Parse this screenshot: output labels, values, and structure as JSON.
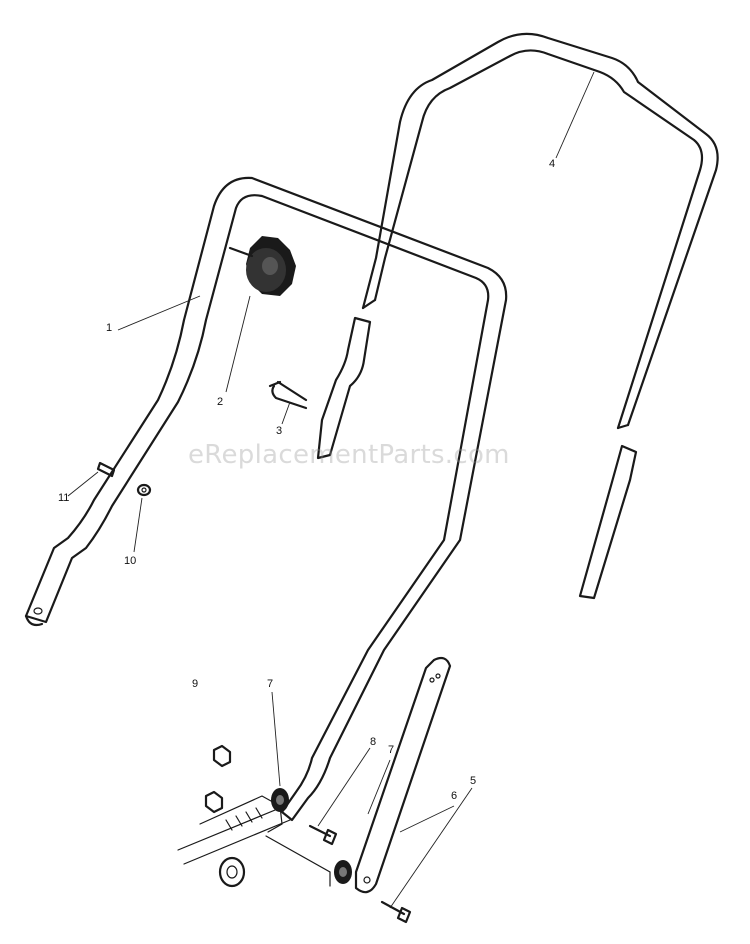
{
  "watermark": "eReplacementParts.com",
  "callouts": {
    "c1": "1",
    "c2": "2",
    "c3": "3",
    "c4": "4",
    "c5": "5",
    "c6": "6",
    "c7a": "7",
    "c7b": "7",
    "c8": "8",
    "c9": "9",
    "c10": "10",
    "c11": "11"
  }
}
